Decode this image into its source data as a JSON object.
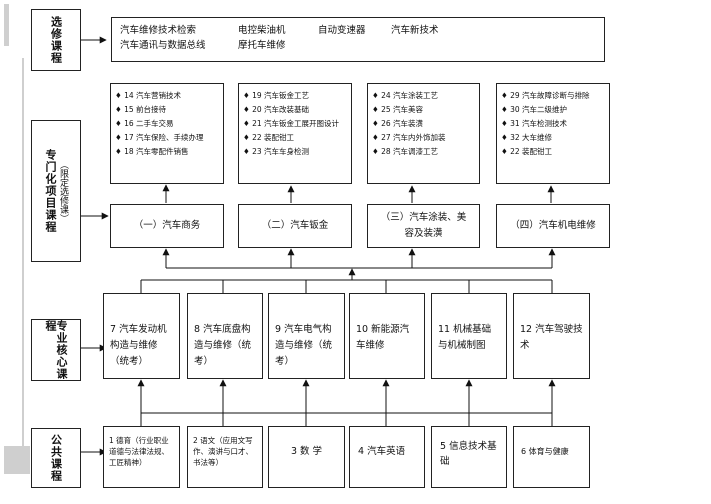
{
  "sections": {
    "elective": "选修课程",
    "specialized": "专门化项目课程",
    "specialized_note": "（限定选修课）",
    "core": "专业核心课程",
    "public": "公共课程"
  },
  "elective_box": {
    "row1": [
      "汽车维修技术检索",
      "电控柴油机",
      "自动变速器",
      "汽车新技术"
    ],
    "row2": [
      "汽车通讯与数据总线",
      "摩托车维修"
    ]
  },
  "specialized_lists": [
    [
      "14 汽车营销技术",
      "15 前台接待",
      "16 二手车交易",
      "17 汽车保险、手续办理",
      "18 汽车零配件销售"
    ],
    [
      "19 汽车钣金工艺",
      "20 汽车改装基础",
      "21 汽车钣金工展开图设计",
      "22 装配钳工",
      "23 汽车车身检测"
    ],
    [
      "24 汽车涂装工艺",
      "25 汽车美容",
      "26 汽车装潢",
      "27 汽车内外饰加装",
      "28 汽车调漆工艺"
    ],
    [
      "29 汽车故障诊断与排除",
      "30 汽车二级维护",
      "31 汽车检测技术",
      "32 大车维修",
      "22 装配钳工"
    ]
  ],
  "categories": [
    "（一）汽车商务",
    "（二）汽车钣金",
    "（三）汽车涂装、美容及装潢",
    "（四）汽车机电维修"
  ],
  "core_courses": [
    "7 汽车发动机构造与维修（统考）",
    "8 汽车底盘构造与维修（统考）",
    "9 汽车电气构造与维修（统考）",
    "10 新能源汽车维修",
    "11 机械基础与机械制图",
    "12 汽车驾驶技术"
  ],
  "public_courses": [
    "1 德育（行业职业道德与法律法规、工匠精神）",
    "2 语文（应用文写作、演讲与口才、书法等）",
    "3 数 学",
    "4 汽车英语",
    "5 信息技术基础",
    "6 体育与健康"
  ]
}
